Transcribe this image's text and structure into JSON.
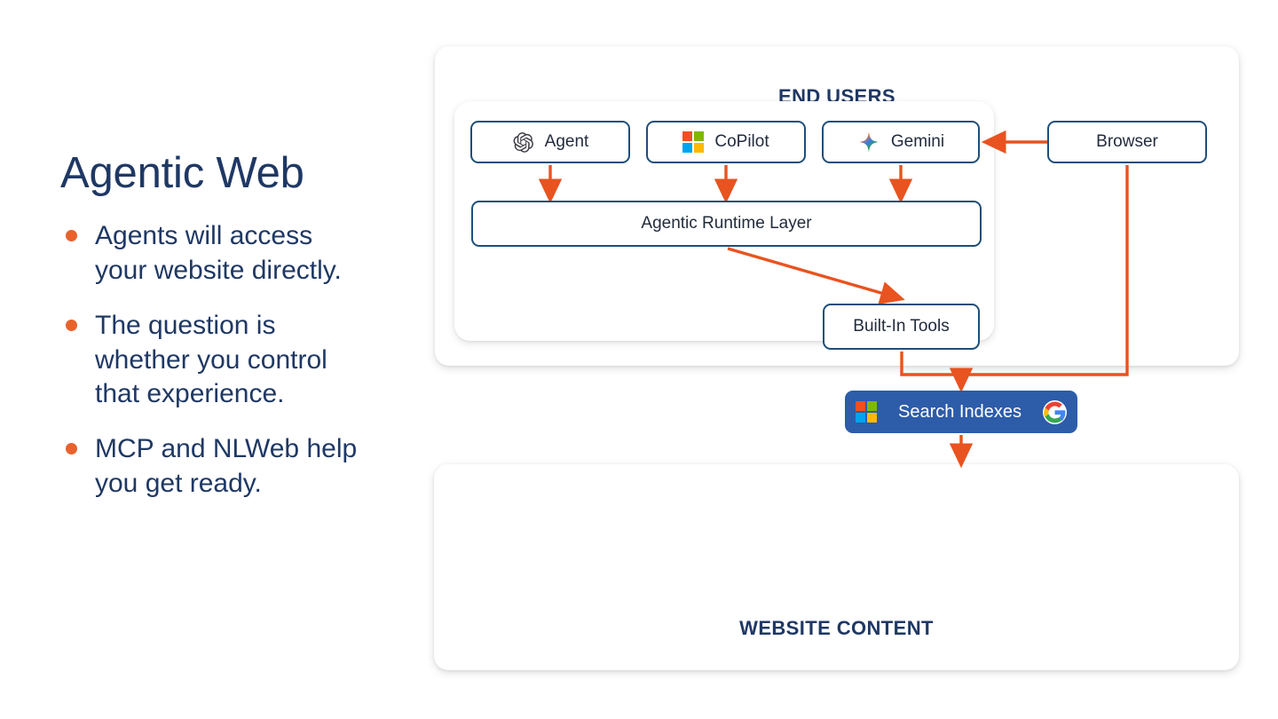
{
  "slide": {
    "title": "Agentic Web",
    "bullets": [
      "Agents will access your website directly.",
      "The question is whether you control that experience.",
      "MCP and NLWeb help you get ready."
    ]
  },
  "colors": {
    "title_navy": "#1F3864",
    "bullet_orange": "#E8622C",
    "node_border_blue": "#1F4E79",
    "arrow_orange": "#E8531F",
    "search_box_blue": "#2D5CA9",
    "node_text": "#222C3C"
  },
  "diagram": {
    "end_users_title": "END USERS",
    "website_title": "WEBSITE CONTENT",
    "nodes": {
      "agent": {
        "label": "Agent",
        "icon": "openai-icon"
      },
      "copilot": {
        "label": "CoPilot",
        "icon": "microsoft-icon"
      },
      "gemini": {
        "label": "Gemini",
        "icon": "gemini-sparkle-icon"
      },
      "browser": {
        "label": "Browser",
        "icon": "none"
      },
      "runtime": {
        "label": "Agentic Runtime Layer",
        "icon": "none"
      },
      "tools": {
        "label": "Built-In Tools",
        "icon": "none"
      },
      "search": {
        "label": "Search Indexes",
        "icon_left": "microsoft-icon",
        "icon_right": "google-g-icon"
      }
    },
    "connections": [
      {
        "from": "browser",
        "to": "gemini",
        "style": "horizontal-arrow-left"
      },
      {
        "from": "agent",
        "to": "runtime",
        "style": "vertical-arrow-down"
      },
      {
        "from": "copilot",
        "to": "runtime",
        "style": "vertical-arrow-down"
      },
      {
        "from": "gemini",
        "to": "runtime",
        "style": "vertical-arrow-down"
      },
      {
        "from": "runtime",
        "to": "tools",
        "style": "diagonal-arrow"
      },
      {
        "from": "tools",
        "to": "search",
        "style": "elbow-arrow-down"
      },
      {
        "from": "browser",
        "to": "search",
        "style": "elbow-arrow-down"
      },
      {
        "from": "search",
        "to": "website",
        "style": "vertical-arrow-down"
      }
    ]
  }
}
